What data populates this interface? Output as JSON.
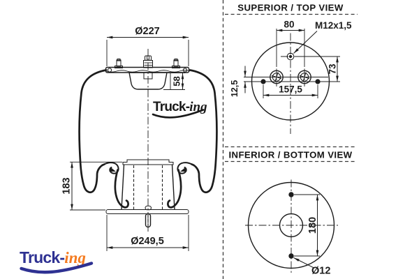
{
  "brand": {
    "word1": "Truck-",
    "word2": "ing"
  },
  "colors": {
    "line": "#1c1c1c",
    "logo_navy": "#2e3192",
    "logo_orange": "#f47b20"
  },
  "side_view": {
    "dim_top_diameter": "Ø227",
    "dim_plate_height": "58",
    "dim_piston_height": "183",
    "dim_bottom_diameter": "Ø249,5"
  },
  "top_view": {
    "title": "SUPERIOR / TOP VIEW",
    "dim_stud_spacing": "80",
    "thread_spec": "M12x1,5",
    "dim_vertical_offset": "73",
    "dim_bolt_spacing": "157,5",
    "dim_edge_offset": "12,5"
  },
  "bottom_view": {
    "title": "INFERIOR / BOTTOM VIEW",
    "dim_hole_spacing": "180",
    "dim_hole_diameter": "Ø12"
  }
}
